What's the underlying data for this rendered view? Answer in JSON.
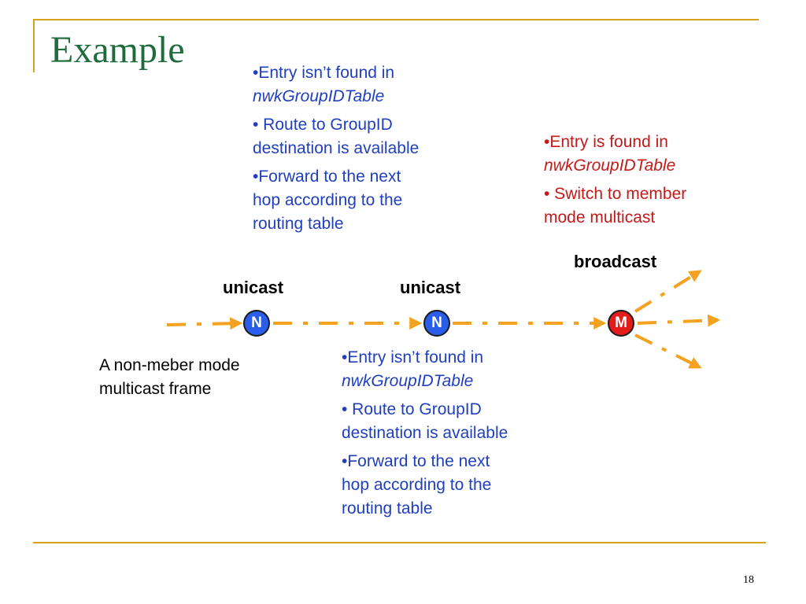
{
  "title": "Example",
  "colors": {
    "frame": "#d6a11e",
    "title": "#1f6b3e",
    "arrow": "#f4a21f",
    "node_n": "#2a5ee8",
    "node_m": "#e21b1b",
    "text_blue": "#1f3fbf",
    "text_red": "#c41a1a"
  },
  "top_left_block": {
    "bullet1_line1": "•Entry isn’t found in",
    "bullet1_line2": "nwkGroupIDTable",
    "bullet2_line1": "• Route to GroupID",
    "bullet2_line2": "destination is available",
    "bullet3_line1": "•Forward to the next",
    "bullet3_line2": "hop according to the",
    "bullet3_line3": "routing table"
  },
  "top_right_block": {
    "bullet1_line1": "•Entry is found in",
    "bullet1_line2": "nwkGroupIDTable",
    "bullet2_line1": "• Switch to member",
    "bullet2_line2": "mode multicast"
  },
  "labels": {
    "unicast_1": "unicast",
    "unicast_2": "unicast",
    "broadcast": "broadcast"
  },
  "nodes": {
    "n1": "N",
    "n2": "N",
    "m": "M"
  },
  "caption": {
    "line1": "A non-meber mode",
    "line2": "multicast frame"
  },
  "bottom_block": {
    "bullet1_line1": "•Entry isn’t found in",
    "bullet1_line2": "nwkGroupIDTable",
    "bullet2_line1": "• Route to GroupID",
    "bullet2_line2": "destination is available",
    "bullet3_line1": "•Forward to the next",
    "bullet3_line2": "hop according to the",
    "bullet3_line3": "routing table"
  },
  "page_number": "18"
}
